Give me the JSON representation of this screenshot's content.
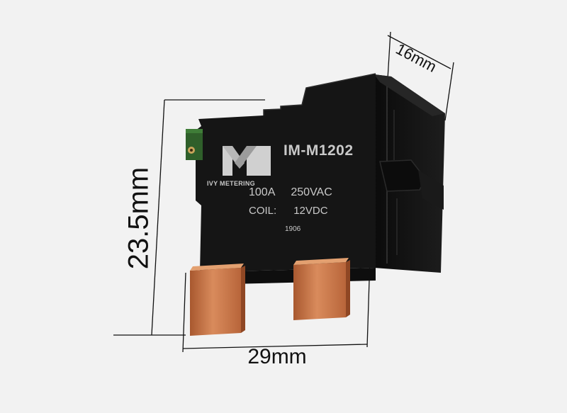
{
  "product": {
    "brand": "IVY METERING",
    "model": "IM-M1202",
    "current_rating": "100A",
    "voltage_rating": "250VAC",
    "coil_label": "COIL:",
    "coil_voltage": "12VDC",
    "date_code": "1906"
  },
  "dimensions": {
    "height": "23.5mm",
    "width": "29mm",
    "depth": "16mm"
  },
  "colors": {
    "background": "#f2f2f2",
    "body": "#161616",
    "terminal": "#c77a4c",
    "marking": "#c9c9c9",
    "dimension_line": "#111111"
  }
}
